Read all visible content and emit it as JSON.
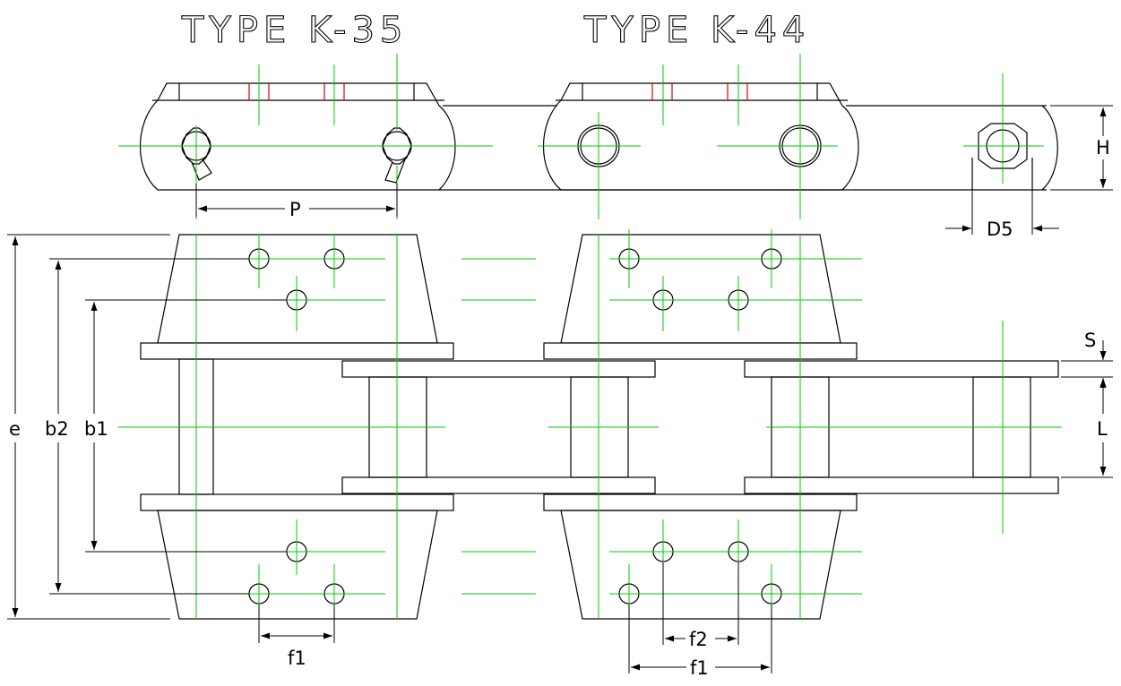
{
  "titles": {
    "left": "TYPE K-35",
    "right": "TYPE K-44"
  },
  "dimensions": {
    "P": "P",
    "H": "H",
    "D5": "D5",
    "S": "S",
    "L": "L",
    "e": "e",
    "b2": "b2",
    "b1": "b1",
    "f1_left": "f1",
    "f2": "f2",
    "f1_right": "f1"
  },
  "colors": {
    "outline": "#000000",
    "centerline": "#00c800",
    "marker": "#e00000",
    "background": "#ffffff"
  }
}
